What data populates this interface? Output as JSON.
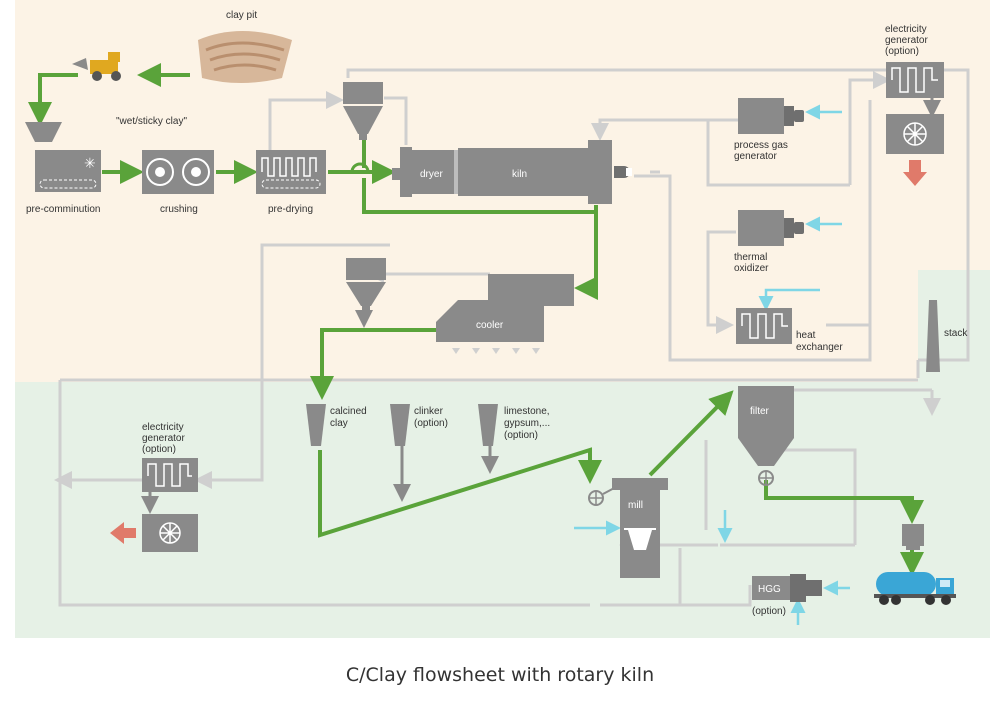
{
  "colors": {
    "upper_zone": "#fcf3e6",
    "lower_zone": "#e6f1e6",
    "equipment": "#8a8a8a",
    "equipment_dark": "#6f6f6f",
    "material_flow": "#5aa33a",
    "gas_flow": "#cfcfcf",
    "water_flow": "#7fd6e6",
    "heat_output": "#e07a6a",
    "truck_tank": "#3aa6d6",
    "loader": "#e0a820"
  },
  "labels": {
    "clay_pit": "clay pit",
    "wet_sticky_clay": "\"wet/sticky clay\"",
    "pre_comminution": "pre-comminution",
    "crushing": "crushing",
    "pre_drying": "pre-drying",
    "dryer": "dryer",
    "kiln": "kiln",
    "process_gas_generator": [
      "process gas",
      "generator"
    ],
    "thermal_oxidizer": [
      "thermal",
      "oxidizer"
    ],
    "heat_exchanger": [
      "heat",
      "exchanger"
    ],
    "electricity_generator_top": [
      "electricity",
      "generator",
      "(option)"
    ],
    "cooler": "cooler",
    "stack": "stack",
    "calcined_clay": [
      "calcined",
      "clay"
    ],
    "clinker": [
      "clinker",
      "(option)"
    ],
    "limestone": [
      "limestone,",
      "gypsum,...",
      "(option)"
    ],
    "electricity_generator_bottom": [
      "electricity",
      "generator",
      "(option)"
    ],
    "filter": "filter",
    "mill": "mill",
    "hgg": "HGG",
    "hgg_option": "(option)"
  },
  "icons": [
    "clay-pit-icon",
    "wheel-loader-icon",
    "hopper-icon",
    "crusher-icon",
    "heater-coil-icon",
    "fan-icon",
    "burner-icon",
    "silo-icon",
    "tanker-truck-icon"
  ],
  "caption": "C/Clay flowsheet with rotary kiln"
}
